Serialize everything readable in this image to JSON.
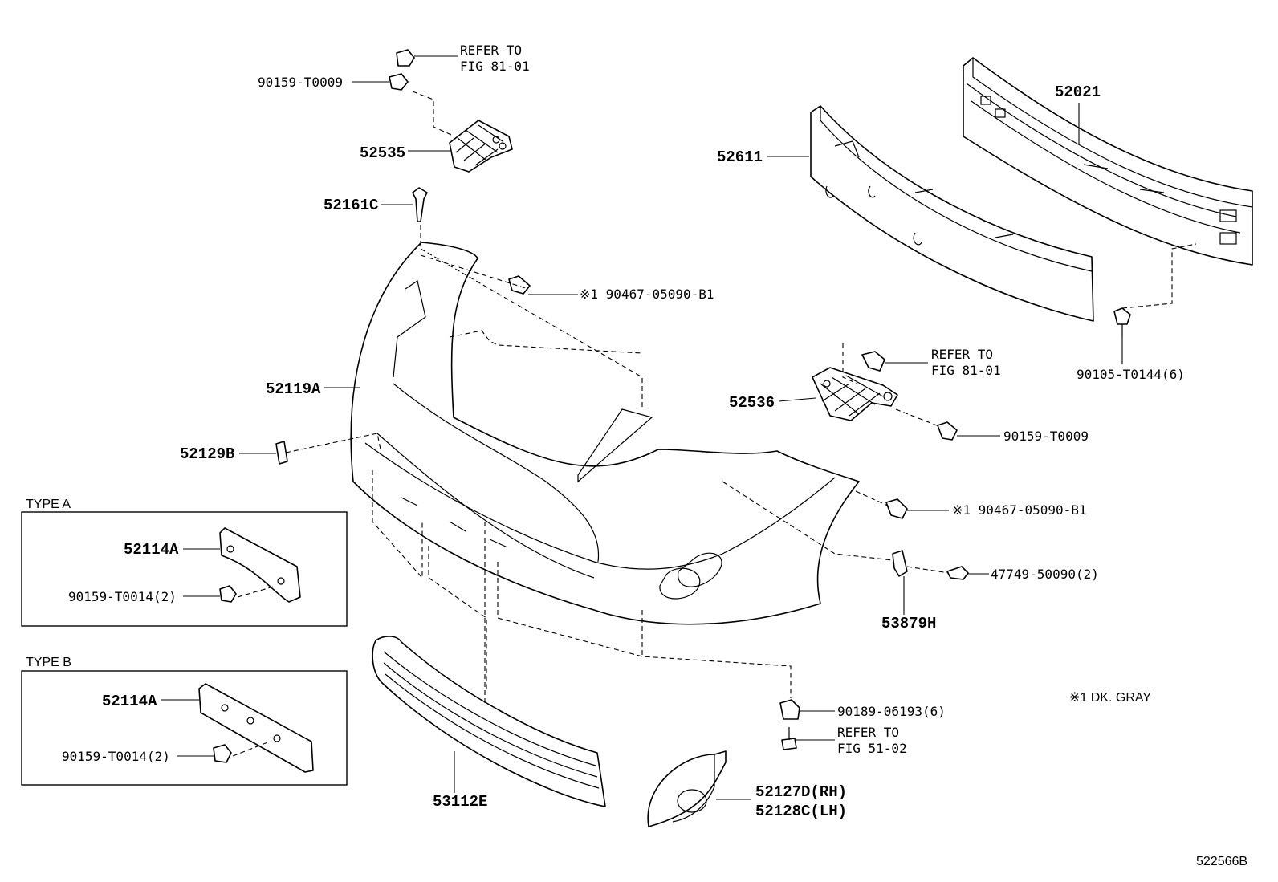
{
  "labels": {
    "refer_fig_81_01_top": [
      "REFER TO",
      "FIG 81-01"
    ],
    "clip_90159_t0009_top": "90159-T0009",
    "bracket_52535": "52535",
    "clip_52161c": "52161C",
    "clip_90467_top": "※1 90467-05090-B1",
    "absorber_52611": "52611",
    "reinforcement_52021": "52021",
    "cover_52119a": "52119A",
    "cap_52129b": "52129B",
    "bolt_90105": "90105-T0144(6)",
    "refer_fig_81_01_right": [
      "REFER TO",
      "FIG 81-01"
    ],
    "bracket_52536": "52536",
    "clip_90159_t0009_right": "90159-T0009",
    "clip_90467_right": "※1 90467-05090-B1",
    "clip_47749": "47749-50090(2)",
    "retainer_53879h": "53879H",
    "type_a": "TYPE A",
    "type_b": "TYPE B",
    "plate_52114a_a": "52114A",
    "screw_90159_t0014_a": "90159-T0014(2)",
    "plate_52114a_b": "52114A",
    "screw_90159_t0014_b": "90159-T0014(2)",
    "nut_90189": "90189-06193(6)",
    "refer_fig_51_02": [
      "REFER TO",
      "FIG 51-02"
    ],
    "grille_53112e": "53112E",
    "cover_52127d": "52127D(RH)",
    "cover_52128c": "52128C(LH)",
    "note_dk_gray": "※1  DK. GRAY",
    "figure_code": "522566B"
  }
}
